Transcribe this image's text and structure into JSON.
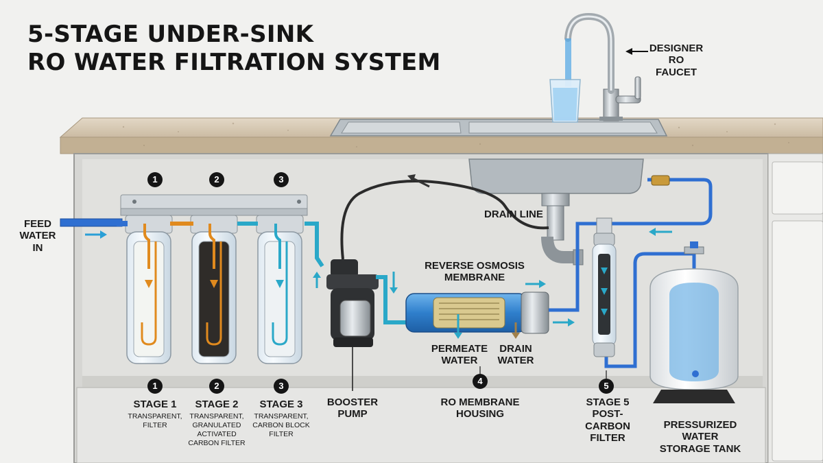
{
  "title": {
    "line1": "5-STAGE UNDER-SINK",
    "line2": "RO WATER FILTRATION SYSTEM"
  },
  "labels": {
    "feed_water_in": "FEED\nWATER IN",
    "designer_faucet": "DESIGNER\nRO FAUCET",
    "drain_line": "DRAIN LINE",
    "reverse_osmosis_membrane": "REVERSE OSMOSIS\nMEMBRANE",
    "permeate_water": "PERMEATE\nWATER",
    "drain_water": "DRAIN\nWATER",
    "booster_pump": "BOOSTER\nPUMP",
    "ro_membrane_housing": "RO MEMBRANE\nHOUSING",
    "stage5": "STAGE 5\nPOST-CARBON\nFILTER",
    "storage_tank": "PRESSURIZED WATER\nSTORAGE TANK"
  },
  "stages": [
    {
      "number": "1",
      "title": "STAGE 1",
      "desc": "TRANSPARENT,\nFILTER"
    },
    {
      "number": "2",
      "title": "STAGE 2",
      "desc": "TRANSPARENT,\nGRANULATED ACTIVATED\nCARBON FILTER"
    },
    {
      "number": "3",
      "title": "STAGE 3",
      "desc": "TRANSPARENT,\nCARBON BLOCK\nFILTER"
    }
  ],
  "markers": {
    "membrane": "4",
    "post_carbon": "5"
  },
  "colors": {
    "feed_water": "#2f6fd1",
    "filtered_water": "#2aa8c8",
    "stage_flow": "#e08a1e",
    "drain_line": "#2b2b2b",
    "membrane_body": "#3f8fd8",
    "countertop": "#d8cbb6",
    "cabinet": "#e4e4e2"
  }
}
